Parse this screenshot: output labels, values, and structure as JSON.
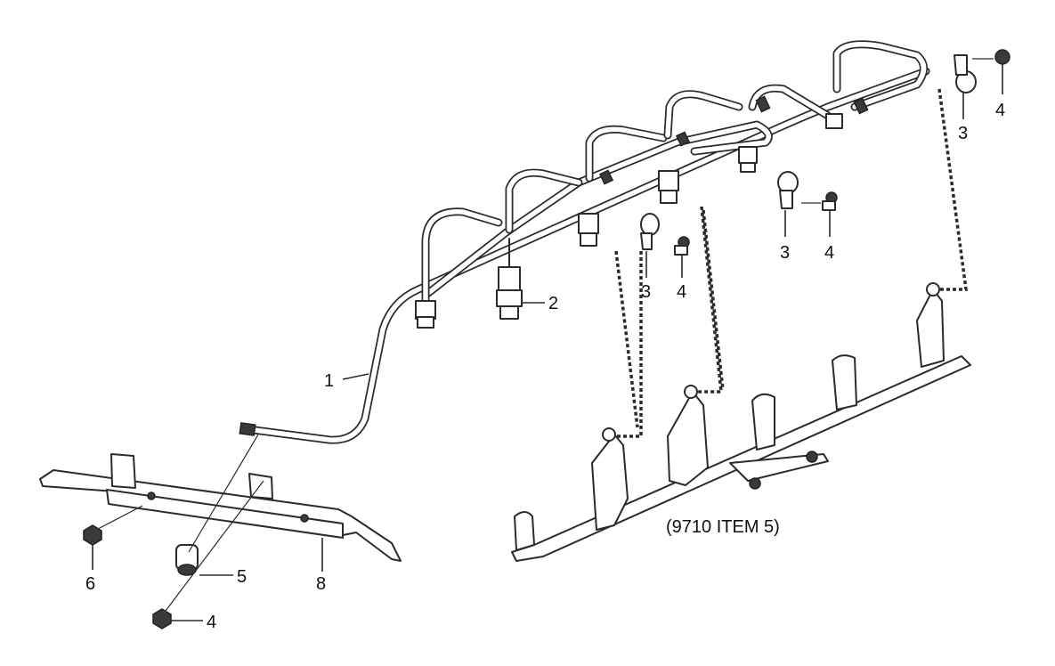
{
  "callouts": {
    "c1": "1",
    "c2": "2",
    "c3a": "3",
    "c3b": "3",
    "c3c": "3",
    "c4a": "4",
    "c4b": "4",
    "c4c": "4",
    "c4d": "4",
    "c5": "5",
    "c6": "6",
    "c8": "8"
  },
  "note": "(9710 ITEM 5)"
}
